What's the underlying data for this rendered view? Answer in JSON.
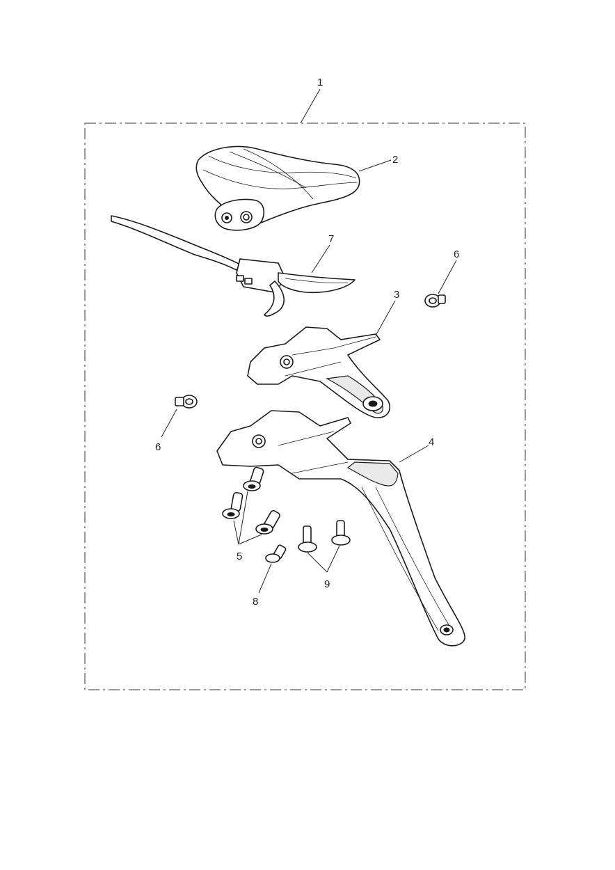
{
  "callouts": {
    "c1": "1",
    "c2": "2",
    "c3": "3",
    "c4": "4",
    "c5": "5",
    "c6a": "6",
    "c6b": "6",
    "c7": "7",
    "c8": "8",
    "c9": "9"
  },
  "colors": {
    "line": "#1a1a1a",
    "shade": "#e9e9e9",
    "background": "#ffffff"
  }
}
